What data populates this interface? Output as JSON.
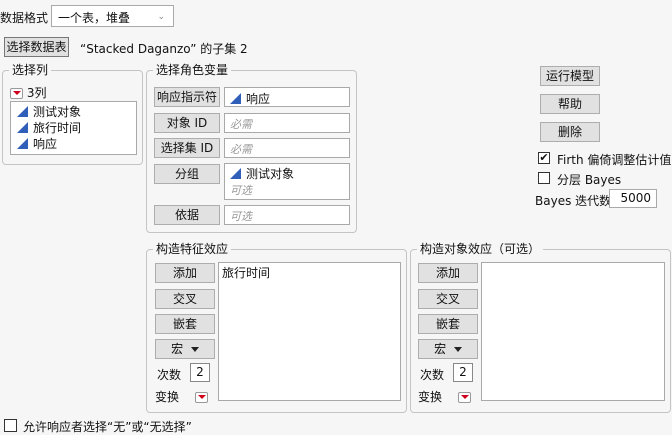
{
  "header": {
    "format_label": "数据格式",
    "format_value": "一个表，堆叠",
    "select_table_button": "选择数据表",
    "subset_text": "“Stacked Daganzo” 的子集 2"
  },
  "select_columns": {
    "title": "选择列",
    "count": "3列",
    "columns": [
      {
        "name": "测试对象",
        "icon": "continuous-triangle-icon"
      },
      {
        "name": "旅行时间",
        "icon": "continuous-triangle-icon"
      },
      {
        "name": "响应",
        "icon": "continuous-triangle-icon"
      }
    ]
  },
  "roles": {
    "title": "选择角色变量",
    "response_indicator": {
      "button": "响应指示符",
      "value": "响应"
    },
    "subject_id": {
      "button": "对象 ID",
      "placeholder": "必需"
    },
    "choice_set_id": {
      "button": "选择集 ID",
      "placeholder": "必需"
    },
    "grouping": {
      "button": "分组",
      "value": "测试对象",
      "placeholder": "可选"
    },
    "freq": {
      "button": "依据",
      "placeholder": "可选"
    }
  },
  "actions": {
    "run": "运行模型",
    "help": "帮助",
    "remove": "删除",
    "firth_label": "Firth 偏倚调整估计值",
    "firth_checked": true,
    "bayes_label": "分层 Bayes",
    "bayes_checked": false,
    "bayes_iter_label": "Bayes 迭代数",
    "bayes_iter_value": "5000"
  },
  "feature_effects": {
    "title": "构造特征效应",
    "add": "添加",
    "cross": "交叉",
    "nest": "嵌套",
    "macros": "宏",
    "degree_label": "次数",
    "degree_value": "2",
    "transform_label": "变换",
    "effects": [
      "旅行时间"
    ]
  },
  "subject_effects": {
    "title": "构造对象效应（可选）",
    "add": "添加",
    "cross": "交叉",
    "nest": "嵌套",
    "macros": "宏",
    "degree_label": "次数",
    "degree_value": "2",
    "transform_label": "变换",
    "effects": []
  },
  "footer": {
    "allow_none_label": "允许响应者选择“无”或“无选择”",
    "allow_none_checked": false
  }
}
